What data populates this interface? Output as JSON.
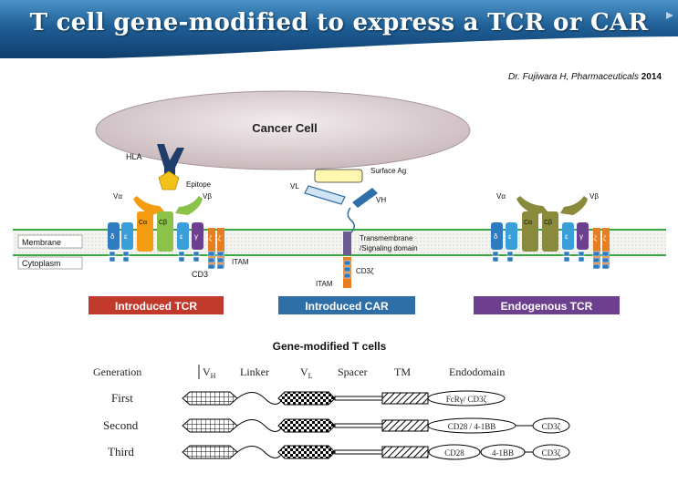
{
  "slide": {
    "title": "T cell gene-modified to express a TCR or CAR",
    "citation": {
      "author": "Dr. Fujiwara H,",
      "journal": "Pharmaceuticals",
      "year": "2014"
    }
  },
  "top_diagram": {
    "cancer_cell": "Cancer Cell",
    "hla": "HLA",
    "epitope": "Epitope",
    "surface_ag": "Surface Ag",
    "vl": "VL",
    "vh": "VH",
    "valpha": "Vα",
    "vbeta": "Vβ",
    "calpha": "Cα",
    "cbeta": "Cβ",
    "delta": "δ",
    "epsilon": "ε",
    "gamma": "γ",
    "zeta": "ζ",
    "membrane": "Membrane",
    "cytoplasm": "Cytoplasm",
    "cd3": "CD3",
    "itam": "ITAM",
    "transmembrane": "Transmembrane",
    "signaling_domain": "/Signaling domain",
    "cd3zeta": "CD3ζ",
    "label_introduced_tcr": "Introduced TCR",
    "label_introduced_car": "Introduced CAR",
    "label_endogenous_tcr": "Endogenous TCR",
    "colors": {
      "introduced_tcr": "#c0392b",
      "introduced_car": "#2f6fa8",
      "endogenous_tcr": "#6d3f8f",
      "membrane_line": "#3aa845",
      "cancer_cell": "#e4d9dc"
    }
  },
  "bottom_diagram": {
    "heading": "Gene-modified T cells",
    "headers": {
      "generation": "Generation",
      "vh": "V",
      "vh_sub": "H",
      "linker": "Linker",
      "vl": "V",
      "vl_sub": "L",
      "spacer": "Spacer",
      "tm": "TM",
      "endodomain": "Endodomain"
    },
    "rows": [
      {
        "name": "First",
        "domains": [
          "FcRγ/ CD3ζ"
        ]
      },
      {
        "name": "Second",
        "domains": [
          "CD28 / 4-1BB",
          "CD3ζ"
        ]
      },
      {
        "name": "Third",
        "domains": [
          "CD28",
          "4-1BB",
          "CD3ζ"
        ]
      }
    ]
  }
}
